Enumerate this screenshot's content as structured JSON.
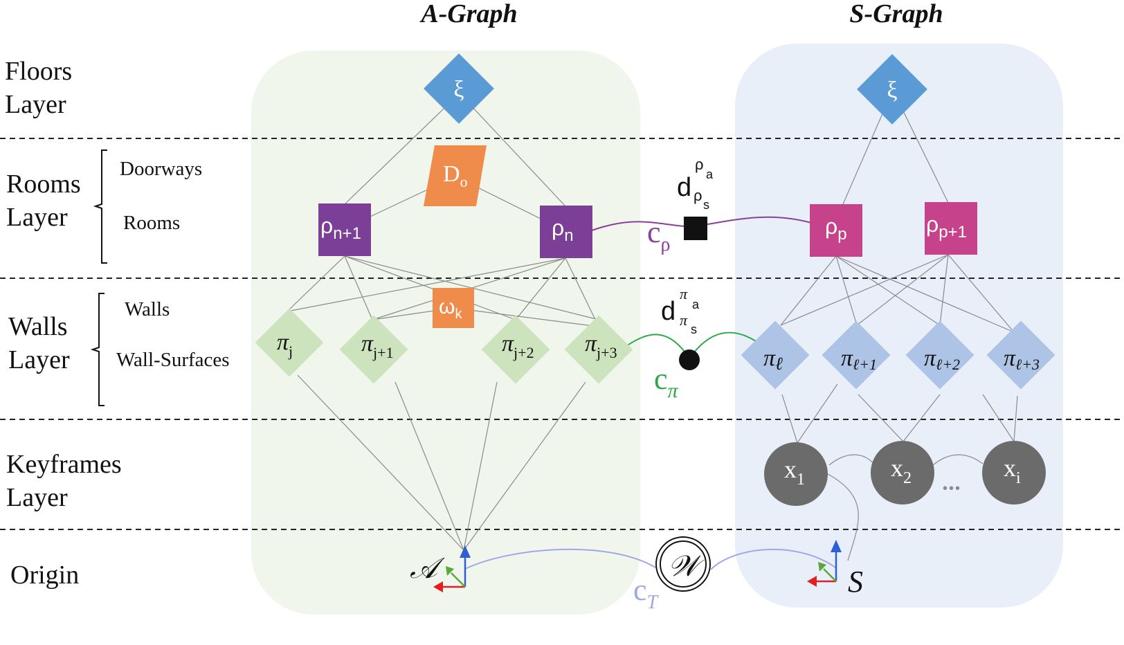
{
  "titles": {
    "a_graph": "A-Graph",
    "s_graph": "S-Graph"
  },
  "layers": {
    "floors": [
      "Floors",
      "Layer"
    ],
    "rooms": [
      "Rooms",
      "Layer"
    ],
    "walls": [
      "Walls",
      "Layer"
    ],
    "keyframes": [
      "Keyframes",
      "Layer"
    ],
    "origin": "Origin"
  },
  "sublabels": {
    "doorways": "Doorways",
    "rooms": "Rooms",
    "walls": "Walls",
    "wall_surfaces": "Wall-Surfaces"
  },
  "a_graph": {
    "floor": "ξ",
    "doorway": {
      "main": "D",
      "sub": "o"
    },
    "rooms": [
      {
        "main": "ρ",
        "sub": "n+1"
      },
      {
        "main": "ρ",
        "sub": "n"
      }
    ],
    "wall": {
      "main": "ω",
      "sub": "k"
    },
    "surfaces": [
      {
        "main": "π",
        "sub": "j"
      },
      {
        "main": "π",
        "sub": "j+1"
      },
      {
        "main": "π",
        "sub": "j+2"
      },
      {
        "main": "π",
        "sub": "j+3"
      }
    ],
    "frame": "𝒜"
  },
  "s_graph": {
    "floor": "ξ",
    "rooms": [
      {
        "main": "ρ",
        "sub": "p"
      },
      {
        "main": "ρ",
        "sub": "p+1"
      }
    ],
    "surfaces": [
      {
        "main": "π",
        "sub": "ℓ"
      },
      {
        "main": "π",
        "sub": "ℓ+1"
      },
      {
        "main": "π",
        "sub": "ℓ+2"
      },
      {
        "main": "π",
        "sub": "ℓ+3"
      }
    ],
    "keyframes": [
      {
        "main": "x",
        "sub": "1"
      },
      {
        "main": "x",
        "sub": "2"
      },
      {
        "main": "x",
        "sub": "i"
      }
    ],
    "ellipsis": "•••",
    "frame": "S"
  },
  "constraints": {
    "room": {
      "label": "c",
      "sub": "ρ",
      "factor_main": "d",
      "factor_sup": "ρ",
      "factor_sup_sub": "a",
      "factor_sub": "ρ",
      "factor_sub_sub": "s"
    },
    "plane": {
      "label": "c",
      "sub": "π",
      "factor_main": "d",
      "factor_sup": "π",
      "factor_sup_sub": "a",
      "factor_sub": "π",
      "factor_sub_sub": "s"
    },
    "transform": {
      "label": "c",
      "sub": "T",
      "world": "𝒲"
    }
  },
  "colors": {
    "a_bg": "#f1f6ec",
    "s_bg": "#e8eff9",
    "floor": "#5a9bd6",
    "room_a": "#7b3f98",
    "room_s": "#c6428a",
    "orange": "#ef8c4c",
    "surface_a": "#cde3bd",
    "surface_s": "#aec4e6",
    "keyframe": "#6b6b6b",
    "room_edge": "#8a3f97",
    "plane_edge": "#2ca84b",
    "transform_edge": "#9fa7ec"
  }
}
